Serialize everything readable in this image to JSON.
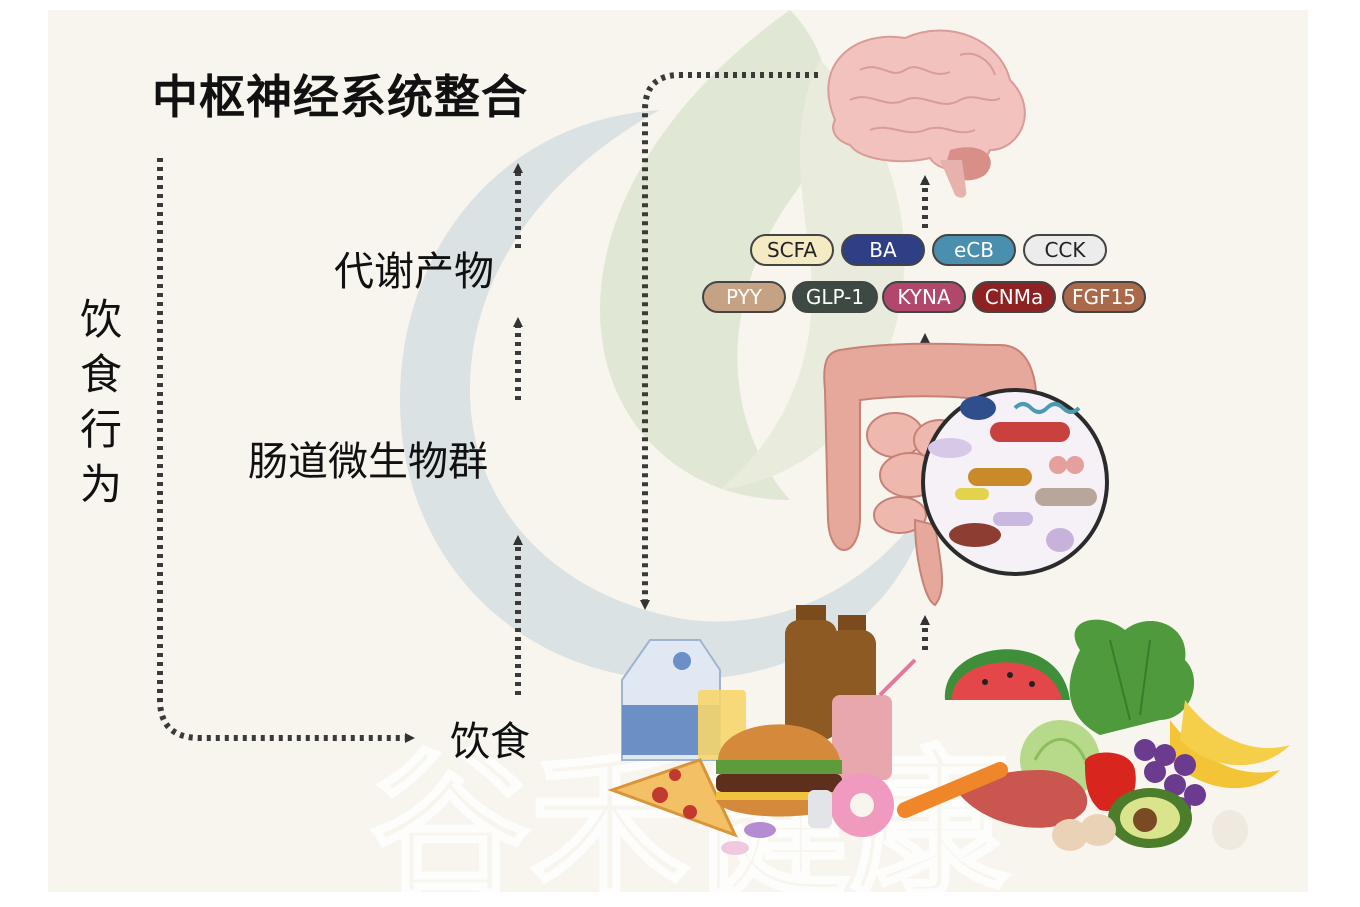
{
  "title": "中枢神经系统整合",
  "labels": {
    "metabolites": "代谢产物",
    "microbiota": "肠道微生物群",
    "diet": "饮食",
    "eating_behavior": "饮食行为"
  },
  "signals": {
    "row1": [
      {
        "text": "SCFA",
        "fill": "#f4eac4",
        "color": "#222"
      },
      {
        "text": "BA",
        "fill": "#2f3f86",
        "color": "#ffffff"
      },
      {
        "text": "eCB",
        "fill": "#4a8fad",
        "color": "#ffffff"
      },
      {
        "text": "CCK",
        "fill": "#ececec",
        "color": "#222"
      }
    ],
    "row2": [
      {
        "text": "PYY",
        "fill": "#c4a283",
        "color": "#ffffff"
      },
      {
        "text": "GLP-1",
        "fill": "#3d4a44",
        "color": "#ffffff"
      },
      {
        "text": "KYNA",
        "fill": "#b2476c",
        "color": "#ffffff"
      },
      {
        "text": "CNMa",
        "fill": "#8e2122",
        "color": "#ffffff"
      },
      {
        "text": "FGF15",
        "fill": "#a9694a",
        "color": "#ffffff"
      }
    ]
  },
  "watermark": "谷禾健康"
}
